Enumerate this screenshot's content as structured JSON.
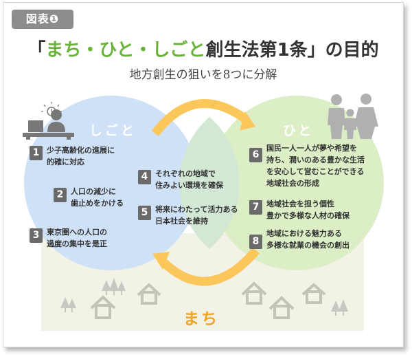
{
  "badge": "図表❶",
  "title": {
    "bracket_open": "「",
    "green_part": "まち・ひと・しごと",
    "rest": "創生法第1条",
    "bracket_close": "」の目的"
  },
  "subtitle": "地方創生の狙いを8つに分解",
  "labels": {
    "shigoto": "しごと",
    "hito": "ひと",
    "machi": "まち"
  },
  "items": [
    {
      "num": "1",
      "text": "少子高齢化の進展に\n的確に対応"
    },
    {
      "num": "2",
      "text": "人口の減少に\n歯止めをかける"
    },
    {
      "num": "3",
      "text": "東京圏への人口の\n過度の集中を是正"
    },
    {
      "num": "4",
      "text": "それぞれの地域で\n住みよい環境を確保"
    },
    {
      "num": "5",
      "text": "将来にわたって活力ある\n日本社会を維持"
    },
    {
      "num": "6",
      "text": "国民一人一人が夢や希望を\n持ち、潤いのある豊かな生活\nを安心して営むことができる\n地域社会の形成"
    },
    {
      "num": "7",
      "text": "地域社会を担う個性\n豊かで多様な人材の確保"
    },
    {
      "num": "8",
      "text": "地域における魅力ある\n多様な就業の機会の創出"
    }
  ],
  "colors": {
    "shigoto_circle": "#cfe1f6",
    "hito_circle": "#dbeec5",
    "machi_ground": "#f2f2e6",
    "arrow": "#fbc75a",
    "machi_text": "#f0a521",
    "number_box": "#6a6a6a",
    "title_green": "#6ab23a"
  }
}
